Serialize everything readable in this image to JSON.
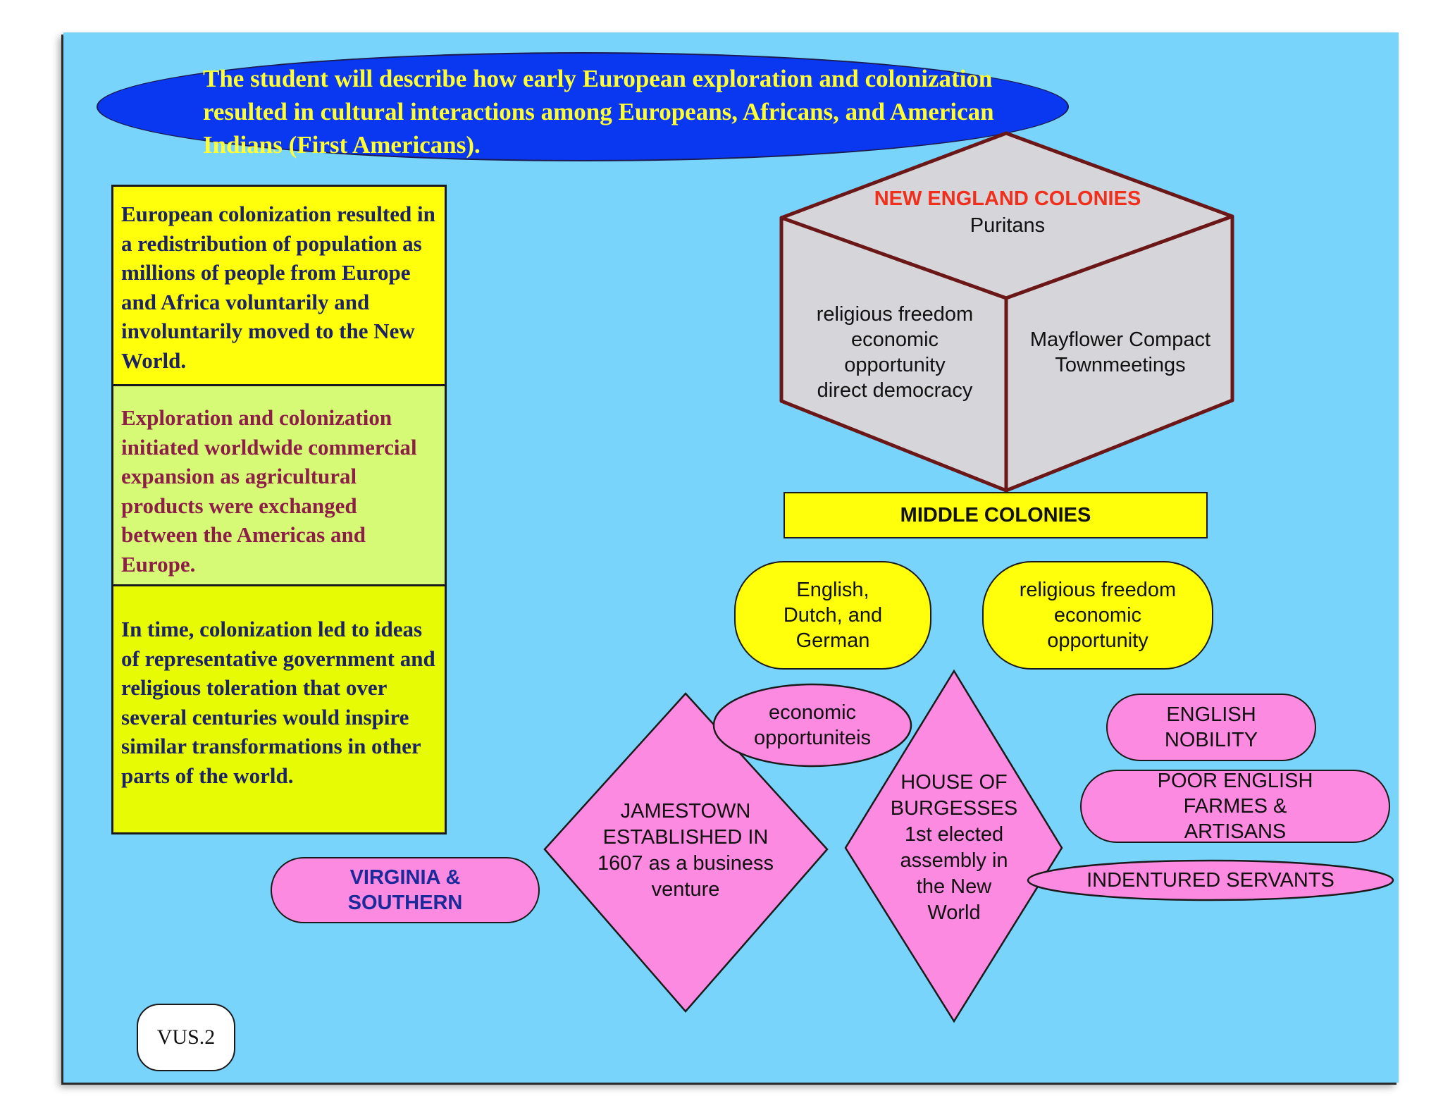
{
  "title": "The student will describe how early European exploration and colonization resulted in cultural interactions among Europeans, Africans, and American Indians (First Americans).",
  "boxes": {
    "box1": "European colonization resulted in a redistribution of population as millions of people from Europe and Africa voluntarily and involuntarily moved to the New World.",
    "box2": "Exploration and colonization initiated worldwide commercial expansion as agricultural products were exchanged between the Americas and Europe.",
    "box3": "In time, colonization led to ideas of representative government and religious toleration that over several centuries would inspire similar transformations in other parts of the world."
  },
  "new_england": {
    "heading": "NEW ENGLAND COLONIES",
    "sub": "Puritans",
    "left_lines": [
      "religious freedom",
      "economic",
      "opportunity",
      "direct democracy"
    ],
    "right_lines": [
      "Mayflower Compact",
      "Townmeetings"
    ]
  },
  "middle": {
    "heading": "MIDDLE COLONIES",
    "left_lines": [
      "English,",
      "Dutch, and",
      "German"
    ],
    "right_lines": [
      "religious freedom",
      "economic",
      "opportunity"
    ]
  },
  "southern": {
    "heading_lines": [
      "VIRGINIA &",
      "SOUTHERN"
    ],
    "econ_lines": [
      "economic",
      "opportuniteis"
    ],
    "jamestown_lines": [
      "JAMESTOWN",
      "ESTABLISHED IN",
      "1607 as a business",
      "venture"
    ],
    "house_lines": [
      "HOUSE OF",
      "BURGESSES",
      "1st elected",
      "assembly in",
      "the New",
      "World"
    ],
    "nobility_lines": [
      "ENGLISH",
      "NOBILITY"
    ],
    "farmers_lines": [
      "POOR ENGLISH",
      "FARMES &",
      "ARTISANS"
    ],
    "indentured": "INDENTURED SERVANTS"
  },
  "standard": "VUS.2",
  "colors": {
    "background": "#78d4fb",
    "title_fill": "#0a37f0",
    "title_text": "#ffff33",
    "yellow": "#ffff0b",
    "green": "#d6fa75",
    "lime": "#e7fb05",
    "pink": "#fb8ae0",
    "cube_fill": "#d6d5d9",
    "cube_edge": "#6b1717",
    "heading_red": "#f02f1c",
    "southern_blue": "#1b2a9a"
  }
}
